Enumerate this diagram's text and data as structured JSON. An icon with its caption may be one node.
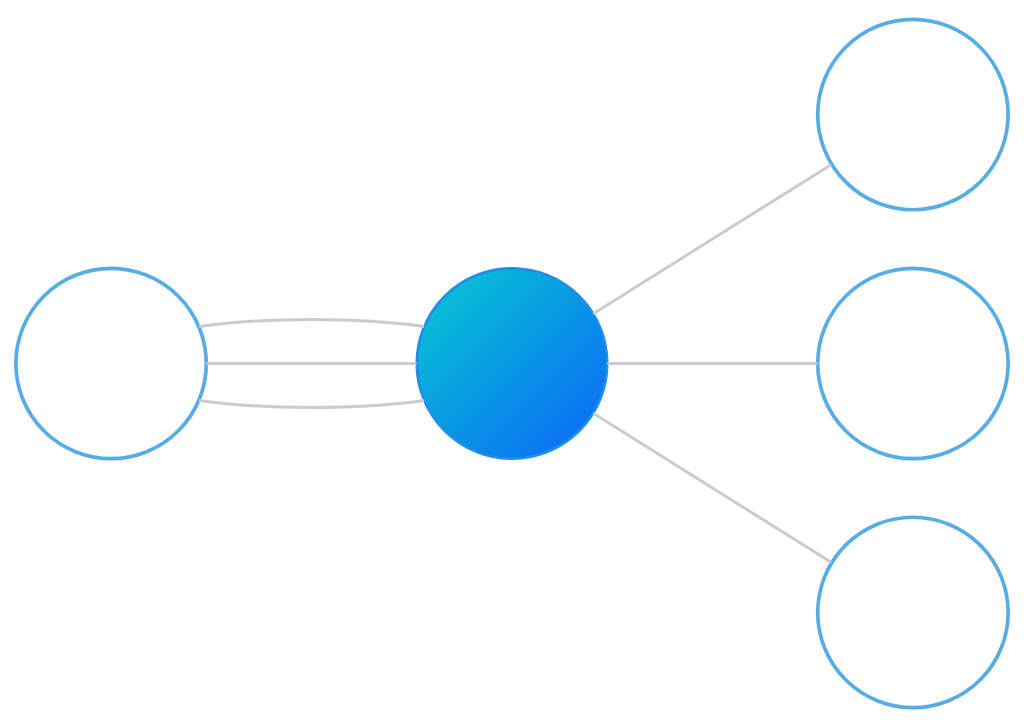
{
  "diagram": {
    "nodes": [
      {
        "text": [],
        "shape": "circle"
      },
      {
        "text": [],
        "shape": "circle"
      },
      {
        "text": [],
        "shape": "circle"
      },
      {
        "text": [],
        "shape": "circle"
      },
      {
        "text": [],
        "shape": "circle"
      }
    ],
    "edges": [
      {
        "from": 0,
        "to": 1,
        "arrow": "none"
      },
      {
        "from": 0,
        "to": 1,
        "arrow": "none"
      },
      {
        "from": 0,
        "to": 1,
        "arrow": "none"
      },
      {
        "from": 1,
        "to": 2,
        "arrow": "none"
      },
      {
        "from": 1,
        "to": 3,
        "arrow": "none"
      },
      {
        "from": 1,
        "to": 4,
        "arrow": "none"
      }
    ]
  }
}
